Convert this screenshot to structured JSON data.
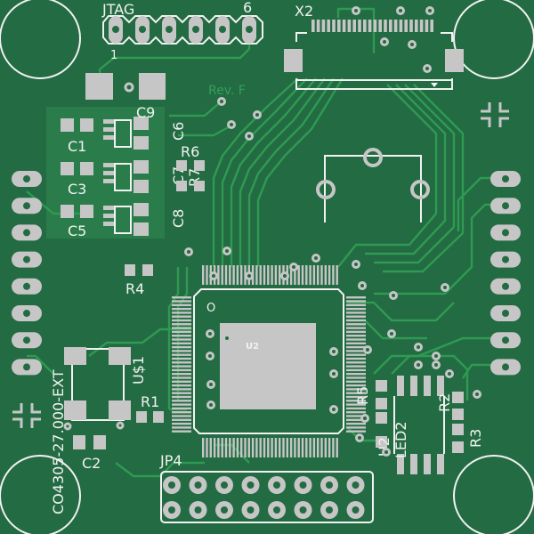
{
  "board": {
    "revision": "Rev. F",
    "colors": {
      "substrate": "#236b42",
      "copper": "#2f9a52",
      "pad": "#c6c6c6",
      "silkscreen": "#f2f2f2"
    }
  },
  "labels": {
    "jtag": "JTAG",
    "jtag_pin1": "1",
    "jtag_pin6": "6",
    "x2": "X2",
    "c1": "C1",
    "c2": "C2",
    "c3": "C3",
    "c5": "C5",
    "c6": "C6",
    "c7": "C7",
    "c8": "C8",
    "c9": "C9",
    "r1": "R1",
    "r2": "R2",
    "r3": "R3",
    "r4": "R4",
    "r5": "R5",
    "r6": "R6",
    "r7": "R7",
    "u2": "U2",
    "u3": "U2",
    "us1": "U$1",
    "oscillator": "CO4305-27.000-EXT",
    "jp4": "JP4",
    "led2": "LED2",
    "pin1_marker": "O"
  }
}
